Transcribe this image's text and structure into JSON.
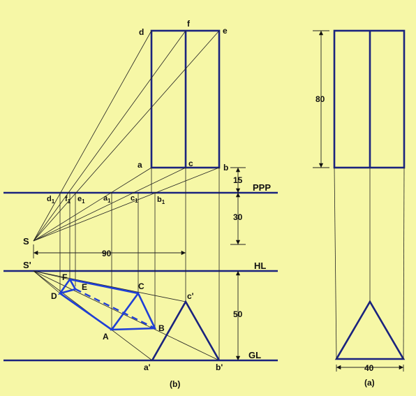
{
  "colors": {
    "background": "#f6f7a6",
    "object_lines": "#1a237e",
    "perspective_lines": "#1f3fd6"
  },
  "lines": {
    "ppp": "PPP",
    "hl": "HL",
    "gl": "GL"
  },
  "points": {
    "d": "d",
    "f": "f",
    "e": "e",
    "a": "a",
    "c": "c",
    "b": "b",
    "d1": "d",
    "d1_sub": "1",
    "f1": "f",
    "f1_sub": "1",
    "e1": "e",
    "e1_sub": "1",
    "a1": "a",
    "a1_sub": "1",
    "c1": "c",
    "c1_sub": "1",
    "b1": "b",
    "b1_sub": "1",
    "S": "S",
    "S_prime": "S'",
    "F": "F",
    "E": "E",
    "D": "D",
    "C": "C",
    "A": "A",
    "B": "B",
    "a_prime": "a'",
    "b_prime": "b'",
    "c_prime": "c'"
  },
  "dimensions": {
    "d15": "15",
    "d30": "30",
    "d90": "90",
    "d50": "50",
    "d80": "80",
    "d40": "40"
  },
  "captions": {
    "b": "(b)",
    "a": "(a)"
  }
}
